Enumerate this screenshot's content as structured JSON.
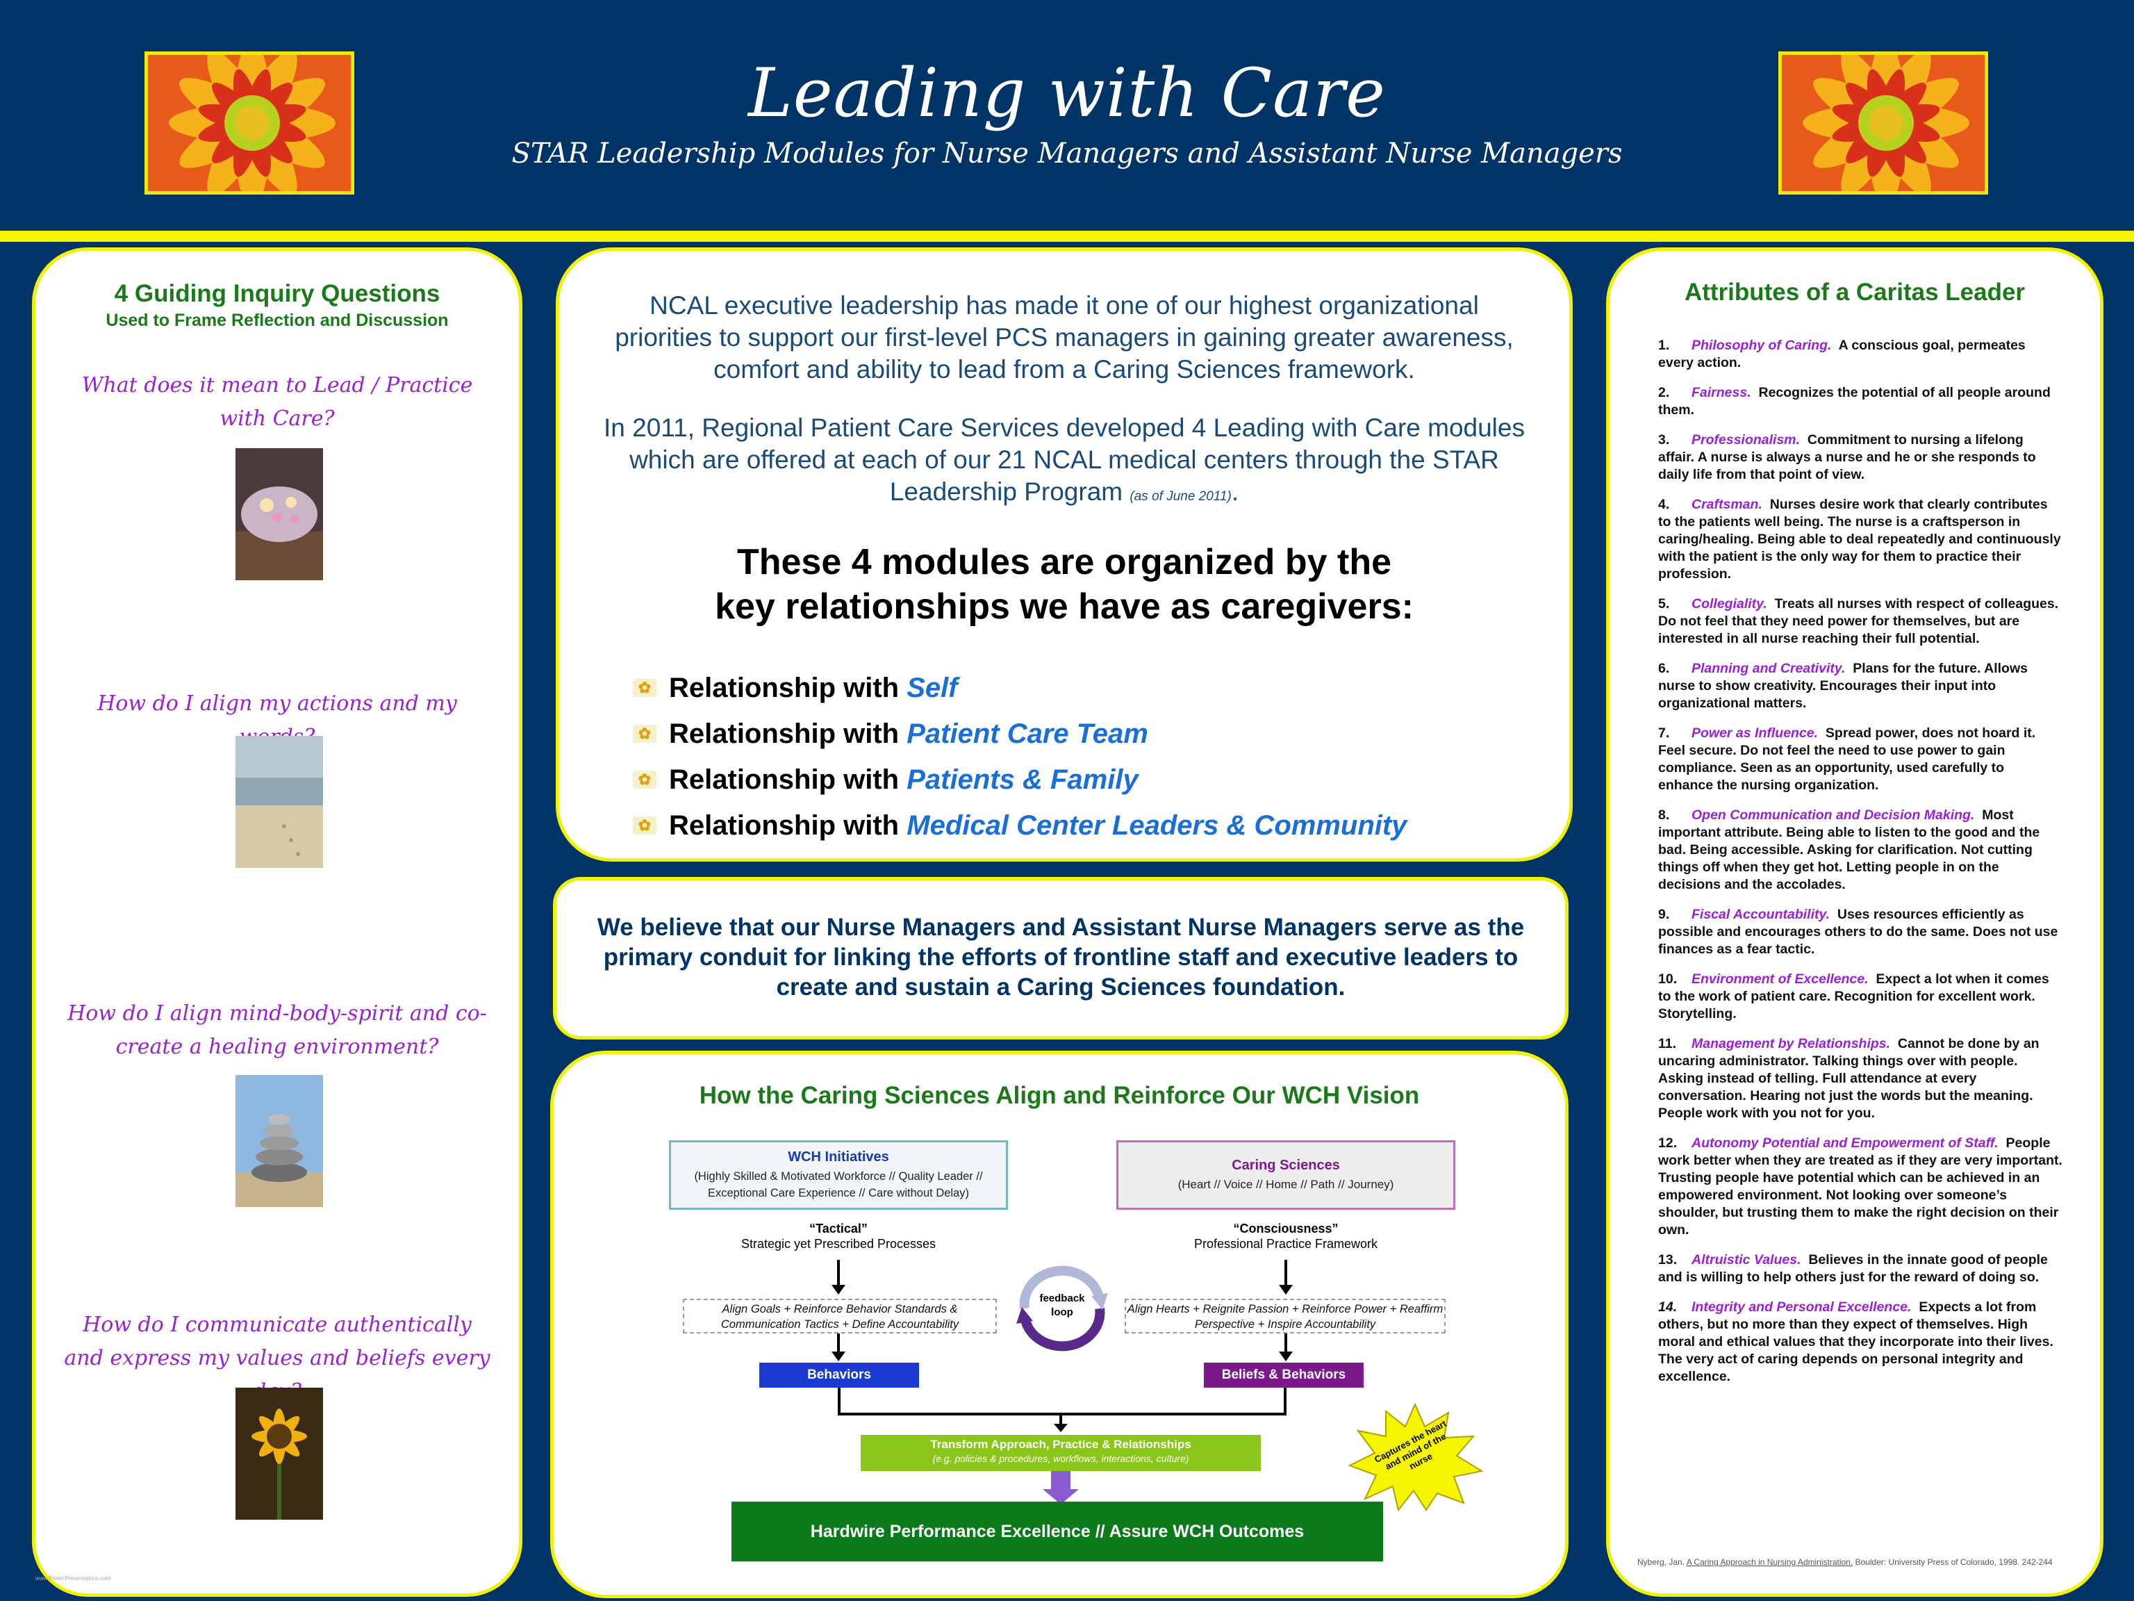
{
  "header": {
    "title": "Leading with Care",
    "subtitle": "STAR Leadership Modules for Nurse Managers and Assistant Nurse Managers"
  },
  "left_panel": {
    "heading": "4 Guiding Inquiry Questions",
    "subheading": "Used to Frame Reflection and Discussion",
    "questions": [
      "What does it mean to Lead / Practice with Care?",
      "How do I align my actions and my words?",
      "How do I align mind-body-spirit and co-create a healing environment?",
      "How do I communicate authentically and express my values and beliefs every day?"
    ],
    "footer_mark": "www.PosterPresentations.com"
  },
  "center_top": {
    "para1": "NCAL executive leadership has made it one of our highest organizational priorities to support our first-level PCS managers in gaining greater awareness, comfort and ability to lead from a Caring Sciences framework.",
    "para2_main": "In 2011, Regional Patient Care Services developed 4 Leading with Care modules which are offered at each of our 21 NCAL medical centers through the STAR Leadership Program",
    "para2_note": "(as of June 2011)",
    "para2_end": ".",
    "headline_line1": "These 4 modules are organized by the",
    "headline_line2": "key relationships we have as caregivers:",
    "relationship_prefix": "Relationship with",
    "relationships": [
      "Self",
      "Patient Care Team",
      "Patients & Family",
      "Medical Center Leaders & Community"
    ]
  },
  "center_middle": {
    "text": "We believe that our Nurse Managers and Assistant Nurse Managers serve as the primary conduit for linking the efforts of frontline staff and executive leaders to create and sustain a Caring Sciences foundation."
  },
  "center_bottom": {
    "heading": "How the Caring Sciences Align and Reinforce Our WCH Vision",
    "wch_title": "WCH Initiatives",
    "wch_sub": "(Highly Skilled & Motivated Workforce  //  Quality Leader  //  Exceptional Care Experience  //  Care without Delay)",
    "cs_title": "Caring Sciences",
    "cs_sub": "(Heart  //  Voice  //  Home  //  Path  //  Journey)",
    "tactical_label": "“Tactical”",
    "tactical_sub": "Strategic yet Prescribed Processes",
    "consciousness_label": "“Consciousness”",
    "consciousness_sub": "Professional Practice Framework",
    "left_align": "Align Goals + Reinforce Behavior Standards & Communication Tactics + Define Accountability",
    "right_align": "Align Hearts + Reignite Passion + Reinforce Power + Reaffirm Perspective + Inspire Accountability",
    "feedback": "feedback loop",
    "behaviors": "Behaviors",
    "beliefs": "Beliefs & Behaviors",
    "transform_title": "Transform Approach, Practice & Relationships",
    "transform_sub": "(e.g. policies & procedures, workflows, interactions, culture)",
    "starburst": "Captures the heart and mind of the nurse",
    "hardwire": "Hardwire Performance Excellence  //  Assure WCH Outcomes"
  },
  "right_panel": {
    "heading": "Attributes of a Caritas Leader",
    "attributes": [
      {
        "num": "1.",
        "name": "Philosophy of Caring.",
        "text": "A conscious goal, permeates every action."
      },
      {
        "num": "2.",
        "name": "Fairness.",
        "text": "Recognizes the potential of all people around them."
      },
      {
        "num": "3.",
        "name": "Professionalism.",
        "text": "Commitment to nursing a lifelong affair.  A nurse is always a nurse and he or she responds to daily life from that point of view."
      },
      {
        "num": "4.",
        "name": "Craftsman.",
        "text": "Nurses desire work that clearly contributes to the patients well being.  The nurse is a craftsperson in caring/healing.  Being able to deal repeatedly and continuously with the patient is the only way for them to practice their profession."
      },
      {
        "num": "5.",
        "name": "Collegiality.",
        "text": "Treats all nurses with respect of colleagues.  Do not feel that they need power for themselves, but are interested in all nurse reaching their full potential."
      },
      {
        "num": "6.",
        "name": "Planning and Creativity.",
        "text": "Plans for the future. Allows nurse to show creativity. Encourages their input into organizational matters."
      },
      {
        "num": "7.",
        "name": "Power as Influence.",
        "text": "Spread power, does not hoard it.  Feel secure.  Do not feel the need to use power to gain compliance.  Seen as an opportunity, used carefully to enhance the nursing organization."
      },
      {
        "num": "8.",
        "name": "Open Communication and Decision Making.",
        "text": "Most important attribute.  Being able to listen to the good and the bad.  Being accessible. Asking for clarification.  Not cutting things off when they get hot.  Letting people in on the decisions and the accolades."
      },
      {
        "num": "9.",
        "name": "Fiscal Accountability.",
        "text": "Uses resources efficiently as possible and encourages others to do the same.  Does not use finances as a fear tactic."
      },
      {
        "num": "10.",
        "name": "Environment of Excellence.",
        "text": "Expect a lot when it comes to the work of patient care. Recognition for excellent work.  Storytelling."
      },
      {
        "num": "11.",
        "name": "Management by Relationships.",
        "text": "Cannot be done by an uncaring administrator.  Talking things over with people.  Asking instead of telling.  Full attendance at every conversation. Hearing not just the words but the meaning. People work with you not for you."
      },
      {
        "num": "12.",
        "name": "Autonomy Potential and Empowerment of Staff.",
        "text": "People work better when they are treated as if they are very important. Trusting people have potential which can be achieved in an empowered environment.  Not looking over someone’s shoulder, but trusting them to make the right decision on their own."
      },
      {
        "num": "13.",
        "name": "Altruistic Values.",
        "text": "Believes in the innate good of people and is willing to help others just for the reward of doing so."
      },
      {
        "num": "14.",
        "name": "Integrity and Personal Excellence.",
        "text": "Expects a lot from others, but no more than they expect of themselves.  High moral and ethical values that they incorporate into their lives.  The very act of caring depends on personal integrity and excellence."
      }
    ],
    "citation_pre": "Nyberg, Jan.",
    "citation_title": "A Caring Approach in Nursing Administration.",
    "citation_post": "Boulder: University Press of Colorado, 1998. 242-244"
  },
  "colors": {
    "navy": "#003366",
    "yellow": "#f5f500",
    "purple": "#9b1fd4",
    "green": "#1a7a1a",
    "blue_link": "#1a6fd6"
  }
}
